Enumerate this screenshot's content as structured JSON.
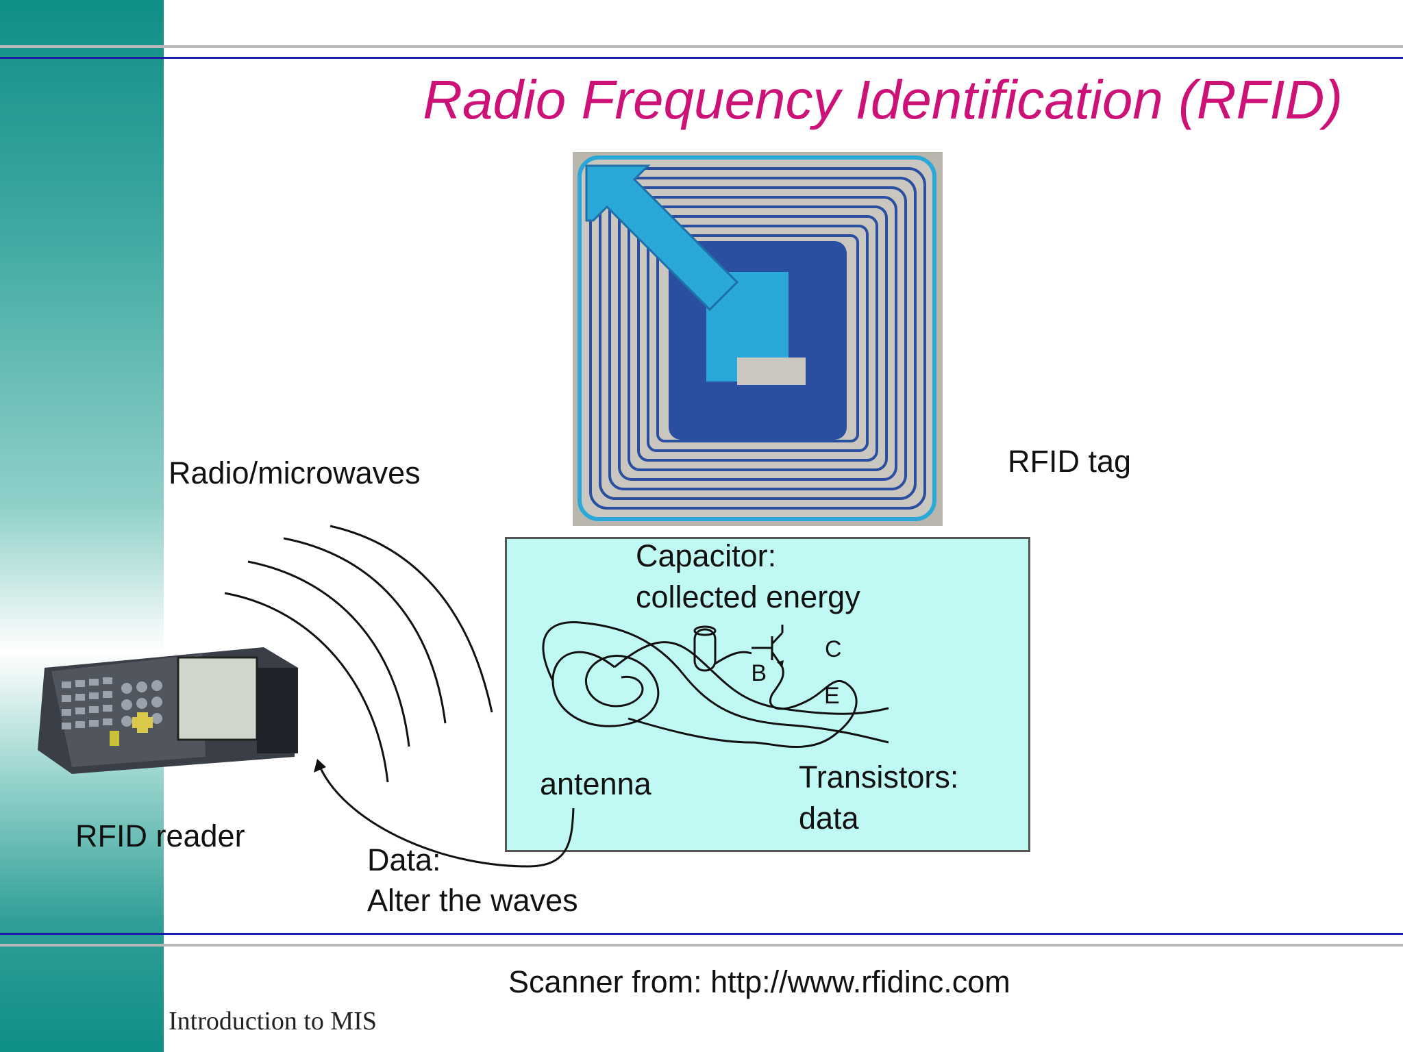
{
  "title": "Radio Frequency Identification (RFID)",
  "labels": {
    "radio_microwaves": "Radio/microwaves",
    "rfid_tag": "RFID tag",
    "capacitor_line1": "Capacitor:",
    "capacitor_line2": "collected energy",
    "antenna": "antenna",
    "transistors_line1": "Transistors:",
    "transistors_line2": "data",
    "rfid_reader": "RFID reader",
    "data_line1": "Data:",
    "data_line2": "Alter the waves",
    "transistor_b": "B",
    "transistor_c": "C",
    "transistor_e": "E"
  },
  "credit": "Scanner from: http://www.rfidinc.com",
  "footer": "Introduction to MIS",
  "colors": {
    "title": "#cc1177",
    "sidebar": "#0f8f86",
    "rule_blue": "#1a1aa8",
    "rule_gray": "#b0b0b0",
    "circuit_box": "#c0f8f4",
    "tag_blue": "#2a5fb0",
    "tag_light_blue": "#2aa8d8"
  }
}
